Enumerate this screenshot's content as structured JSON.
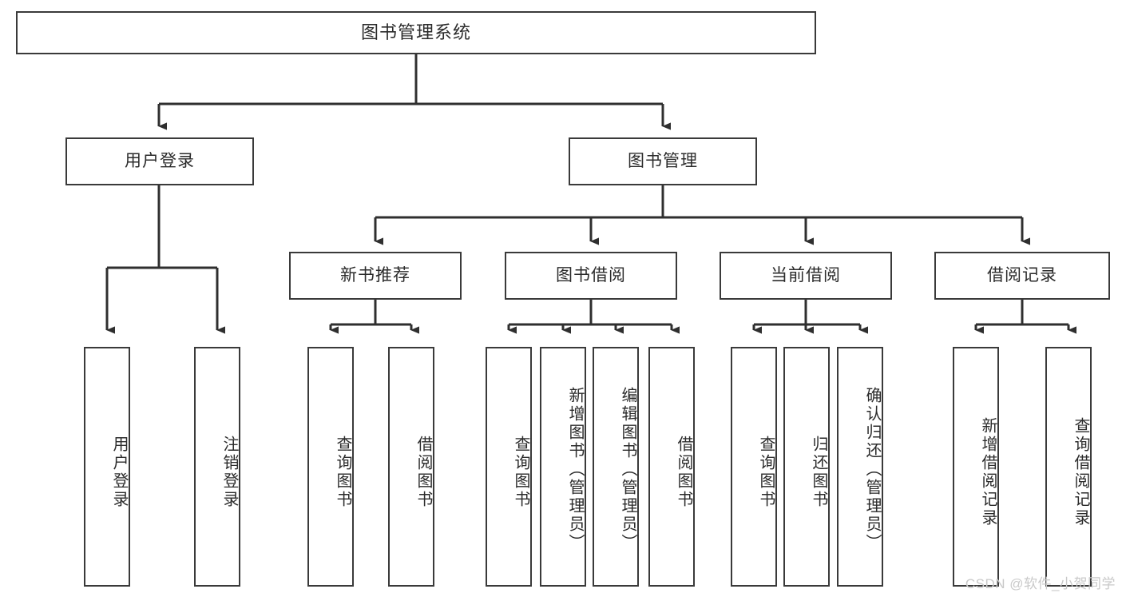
{
  "diagram": {
    "title": "图书管理系统",
    "type": "tree",
    "watermark": "CSDN @软件_小贺同学",
    "colors": {
      "stroke": "#3a3a3a",
      "fill": "#ffffff",
      "text": "#2b2b2b",
      "watermark": "#c9c9c9",
      "background": "#ffffff"
    },
    "root": {
      "label": "图书管理系统"
    },
    "level1": [
      {
        "label": "用户登录"
      },
      {
        "label": "图书管理"
      }
    ],
    "level2": [
      {
        "label": "新书推荐"
      },
      {
        "label": "图书借阅"
      },
      {
        "label": "当前借阅"
      },
      {
        "label": "借阅记录"
      }
    ],
    "leaves": {
      "user_login": [
        {
          "label": "用户登录"
        },
        {
          "label": "注销登录"
        }
      ],
      "new_book_recommend": [
        {
          "label": "查询图书"
        },
        {
          "label": "借阅图书"
        }
      ],
      "book_borrow": [
        {
          "label": "查询图书"
        },
        {
          "label": "新增图书（管理员）"
        },
        {
          "label": "编辑图书（管理员）"
        },
        {
          "label": "借阅图书"
        }
      ],
      "current_borrow": [
        {
          "label": "查询图书"
        },
        {
          "label": "归还图书"
        },
        {
          "label": "确认归还（管理员）"
        }
      ],
      "borrow_record": [
        {
          "label": "新增借阅记录"
        },
        {
          "label": "查询借阅记录"
        }
      ]
    }
  }
}
